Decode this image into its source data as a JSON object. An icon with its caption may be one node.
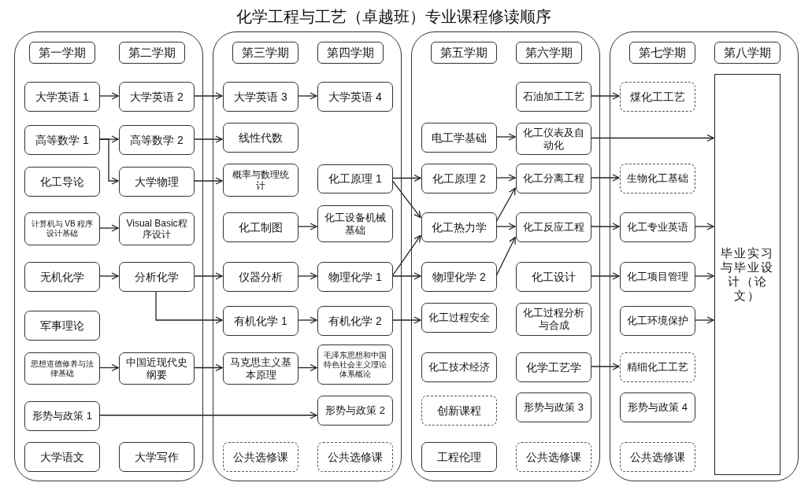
{
  "diagram": {
    "title": "化学工程与工艺（卓越班）专业课程修读顺序",
    "nodes": [
      {
        "text": [],
        "shape": "box"
      },
      {
        "text": [
          "第一学期"
        ],
        "in": 0
      },
      {
        "text": [
          "第二学期"
        ],
        "in": 0
      },
      {
        "text": [
          "大学英语 1"
        ],
        "in": 0
      },
      {
        "text": [
          "大学英语 2"
        ],
        "in": 0
      },
      {
        "text": [
          "高等数学 1"
        ],
        "in": 0
      },
      {
        "text": [
          "高等数学 2"
        ],
        "in": 0
      },
      {
        "text": [
          "化工导论"
        ],
        "in": 0
      },
      {
        "text": [
          "大学物理"
        ],
        "in": 0
      },
      {
        "text": [
          "计算机与 VB 程序设计基础"
        ],
        "in": 0
      },
      {
        "text": [
          "Visual Basic程序设计"
        ],
        "in": 0
      },
      {
        "text": [
          "无机化学"
        ],
        "in": 0
      },
      {
        "text": [
          "分析化学"
        ],
        "in": 0
      },
      {
        "text": [
          "军事理论"
        ],
        "in": 0
      },
      {
        "text": [
          "思想道德修养与法律基础"
        ],
        "in": 0
      },
      {
        "text": [
          "中国近现代史纲要"
        ],
        "in": 0
      },
      {
        "text": [
          "形势与政策 1"
        ],
        "in": 0
      },
      {
        "text": [
          "大学语文"
        ],
        "in": 0
      },
      {
        "text": [
          "大学写作"
        ],
        "in": 0
      },
      {
        "text": [],
        "shape": "box"
      },
      {
        "text": [
          "第三学期"
        ],
        "in": 19
      },
      {
        "text": [
          "第四学期"
        ],
        "in": 19
      },
      {
        "text": [
          "大学英语 3"
        ],
        "in": 19
      },
      {
        "text": [
          "大学英语 4"
        ],
        "in": 19
      },
      {
        "text": [
          "线性代数"
        ],
        "in": 19
      },
      {
        "text": [
          "概率与数理统计"
        ],
        "in": 19
      },
      {
        "text": [
          "化工原理 1"
        ],
        "in": 19
      },
      {
        "text": [
          "化工制图"
        ],
        "in": 19
      },
      {
        "text": [
          "化工设备机械基础"
        ],
        "in": 19
      },
      {
        "text": [
          "仪器分析"
        ],
        "in": 19
      },
      {
        "text": [
          "物理化学 1"
        ],
        "in": 19
      },
      {
        "text": [
          "有机化学 1"
        ],
        "in": 19
      },
      {
        "text": [
          "有机化学 2"
        ],
        "in": 19
      },
      {
        "text": [
          "马克思主义基本原理"
        ],
        "in": 19
      },
      {
        "text": [
          "毛泽东思想和中国特色社会主义理论体系概论"
        ],
        "in": 19
      },
      {
        "text": [
          "形势与政策 2"
        ],
        "in": 19
      },
      {
        "text": [
          "公共选修课"
        ],
        "in": 19
      },
      {
        "text": [
          "公共选修课"
        ],
        "in": 19
      },
      {
        "text": [],
        "shape": "box"
      },
      {
        "text": [
          "第五学期"
        ],
        "in": 38
      },
      {
        "text": [
          "第六学期"
        ],
        "in": 38
      },
      {
        "text": [
          "石油加工工艺"
        ],
        "in": 38
      },
      {
        "text": [
          "电工学基础"
        ],
        "in": 38
      },
      {
        "text": [
          "化工仪表及自动化"
        ],
        "in": 38
      },
      {
        "text": [
          "化工原理 2"
        ],
        "in": 38
      },
      {
        "text": [
          "化工分离工程"
        ],
        "in": 38
      },
      {
        "text": [
          "化工热力学"
        ],
        "in": 38
      },
      {
        "text": [
          "化工反应工程"
        ],
        "in": 38
      },
      {
        "text": [
          "物理化学 2"
        ],
        "in": 38
      },
      {
        "text": [
          "化工设计"
        ],
        "in": 38
      },
      {
        "text": [
          "化工过程安全"
        ],
        "in": 38
      },
      {
        "text": [
          "化工过程分析与合成"
        ],
        "in": 38
      },
      {
        "text": [
          "化工技术经济"
        ],
        "in": 38
      },
      {
        "text": [
          "化学工艺学"
        ],
        "in": 38
      },
      {
        "text": [
          "创新课程"
        ],
        "in": 38
      },
      {
        "text": [
          "形势与政策 3"
        ],
        "in": 38
      },
      {
        "text": [
          "工程伦理"
        ],
        "in": 38
      },
      {
        "text": [
          "公共选修课"
        ],
        "in": 38
      },
      {
        "text": [],
        "shape": "box"
      },
      {
        "text": [
          "第七学期"
        ],
        "in": 58
      },
      {
        "text": [
          "第八学期"
        ],
        "in": 58
      },
      {
        "text": [
          "煤化工工艺"
        ],
        "in": 58
      },
      {
        "text": [
          "毕业实习与毕业设计（论文）"
        ],
        "in": 58
      },
      {
        "text": [
          "生物化工基础"
        ],
        "in": 58
      },
      {
        "text": [
          "化工专业英语"
        ],
        "in": 58
      },
      {
        "text": [
          "化工项目管理"
        ],
        "in": 58
      },
      {
        "text": [
          "化工环境保护"
        ],
        "in": 58
      },
      {
        "text": [
          "精细化工工艺"
        ],
        "in": 58
      },
      {
        "text": [
          "形势与政策 4"
        ],
        "in": 58
      },
      {
        "text": [
          "公共选修课"
        ],
        "in": 58
      }
    ],
    "edges": [
      {
        "from": 3,
        "to": 4,
        "arrow": "to"
      },
      {
        "from": 4,
        "to": 22,
        "arrow": "to"
      },
      {
        "from": 22,
        "to": 23,
        "arrow": "to"
      },
      {
        "from": 5,
        "to": 6,
        "arrow": "to"
      },
      {
        "from": 5,
        "to": 8,
        "arrow": "to"
      },
      {
        "from": 6,
        "to": 24,
        "arrow": "to"
      },
      {
        "from": 8,
        "to": 25,
        "arrow": "to"
      },
      {
        "from": 9,
        "to": 10,
        "arrow": "to"
      },
      {
        "from": 11,
        "to": 12,
        "arrow": "to"
      },
      {
        "from": 12,
        "to": 29,
        "arrow": "to"
      },
      {
        "from": 12,
        "to": 31,
        "arrow": "to"
      },
      {
        "from": 14,
        "to": 15,
        "arrow": "to"
      },
      {
        "from": 15,
        "to": 33,
        "arrow": "to"
      },
      {
        "from": 16,
        "to": 35,
        "arrow": "to"
      },
      {
        "from": 27,
        "to": 28,
        "arrow": "to"
      },
      {
        "from": 29,
        "to": 30,
        "arrow": "to"
      },
      {
        "from": 31,
        "to": 32,
        "arrow": "to"
      },
      {
        "from": 33,
        "to": 34,
        "arrow": "to"
      },
      {
        "from": 26,
        "to": 44,
        "arrow": "to"
      },
      {
        "from": 26,
        "to": 46,
        "arrow": "to"
      },
      {
        "from": 30,
        "to": 48,
        "arrow": "to"
      },
      {
        "from": 30,
        "to": 46,
        "arrow": "to"
      },
      {
        "from": 32,
        "to": 50,
        "arrow": "to"
      },
      {
        "from": 42,
        "to": 43,
        "arrow": "to"
      },
      {
        "from": 44,
        "to": 45,
        "arrow": "to"
      },
      {
        "from": 46,
        "to": 45,
        "arrow": "to"
      },
      {
        "from": 46,
        "to": 47,
        "arrow": "to"
      },
      {
        "from": 48,
        "to": 47,
        "arrow": "to"
      },
      {
        "from": 41,
        "to": 61,
        "arrow": "to"
      },
      {
        "from": 43,
        "to": 62,
        "arrow": "to"
      },
      {
        "from": 45,
        "to": 63,
        "arrow": "to"
      },
      {
        "from": 47,
        "to": 64,
        "arrow": "to"
      },
      {
        "from": 49,
        "to": 65,
        "arrow": "to"
      },
      {
        "from": 53,
        "to": 67,
        "arrow": "to"
      },
      {
        "from": 64,
        "to": 62,
        "arrow": "to"
      },
      {
        "from": 65,
        "to": 62,
        "arrow": "to"
      },
      {
        "from": 66,
        "to": 62,
        "arrow": "to"
      }
    ]
  }
}
